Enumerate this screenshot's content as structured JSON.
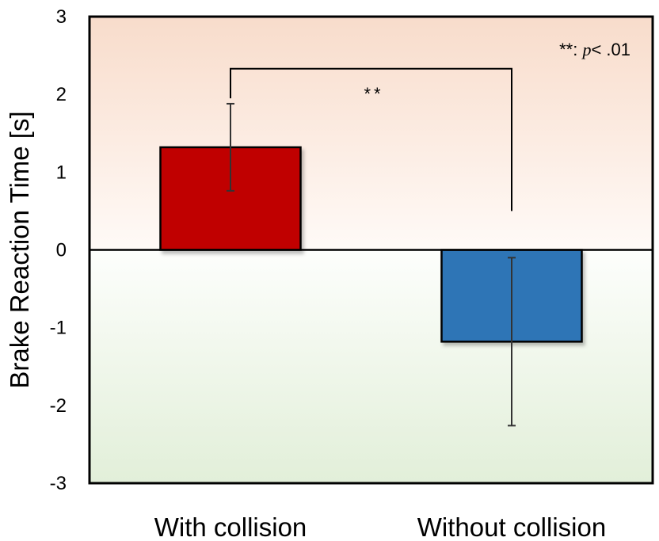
{
  "chart_data": {
    "type": "bar",
    "categories": [
      "With collision",
      "Without collision"
    ],
    "values": [
      1.32,
      -1.18
    ],
    "error": [
      0.56,
      1.08
    ],
    "colors": [
      "#c00000",
      "#2e75b6"
    ],
    "ylabel": "Brake Reaction Time [s]",
    "xlabel": "",
    "ylim": [
      -3,
      3
    ],
    "yticks": [
      "3",
      "2",
      "1",
      "0",
      "-1",
      "-2",
      "-3"
    ],
    "background": {
      "positive_tint": "#f8dccb",
      "negative_tint": "#e2efd9"
    },
    "significance": {
      "marker": "**",
      "legend_prefix": "**: ",
      "legend_p": "p",
      "legend_suffix": "< .01"
    }
  }
}
